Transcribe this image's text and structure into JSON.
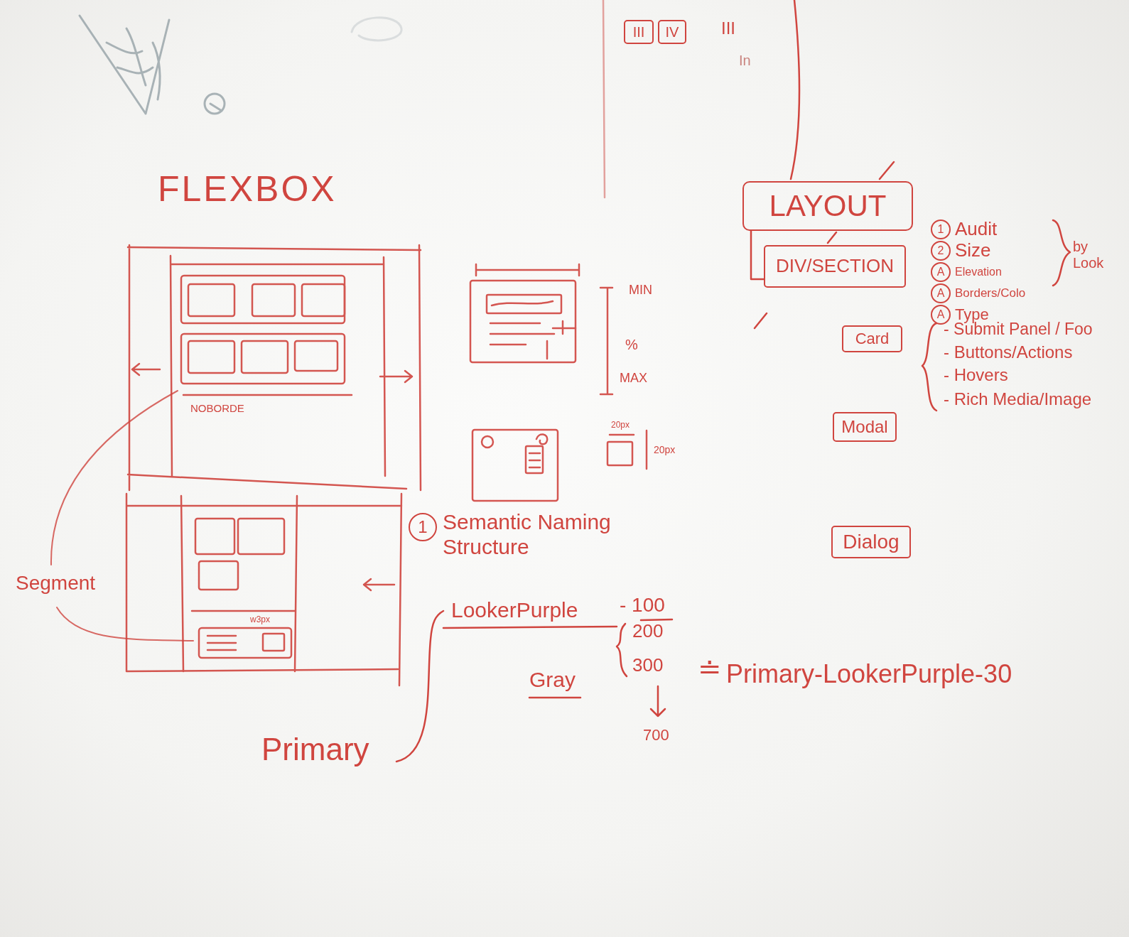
{
  "diagram": {
    "title": "FLEXBOX",
    "nodes": [
      {
        "text": [
          "III"
        ]
      },
      {
        "text": [
          "IV"
        ]
      },
      {
        "text": [
          "LAYOUT"
        ]
      },
      {
        "text": [
          "DIV/SECTION"
        ]
      },
      {
        "text": [
          "1",
          "Audit"
        ]
      },
      {
        "text": [
          "2",
          "Size"
        ]
      },
      {
        "text": [
          "A",
          "Elevation"
        ]
      },
      {
        "text": [
          "A",
          "Borders/Colo"
        ]
      },
      {
        "text": [
          "A",
          "Type"
        ]
      },
      {
        "text": [
          "Card"
        ]
      },
      {
        "text": [
          "Modal"
        ]
      },
      {
        "text": [
          "Dialog"
        ]
      },
      {
        "text": [
          "1",
          "Semantic Naming Structure"
        ]
      }
    ],
    "edges": [
      {
        "from": 2,
        "to": 3,
        "arrow": "none"
      }
    ],
    "labels": [
      "III",
      "In",
      "NOBORDE",
      "w3px",
      "Segment",
      "MIN",
      "%",
      "MAX",
      "20px",
      "20px",
      "LookerPurple",
      "- 100",
      "200",
      "300",
      "700",
      "Gray",
      "Primary",
      "≐",
      "Primary-LookerPurple-30",
      "by Look",
      "- Submit Panel / Foo",
      "- Buttons/Actions",
      "- Hovers",
      "- Rich Media/Image"
    ]
  }
}
